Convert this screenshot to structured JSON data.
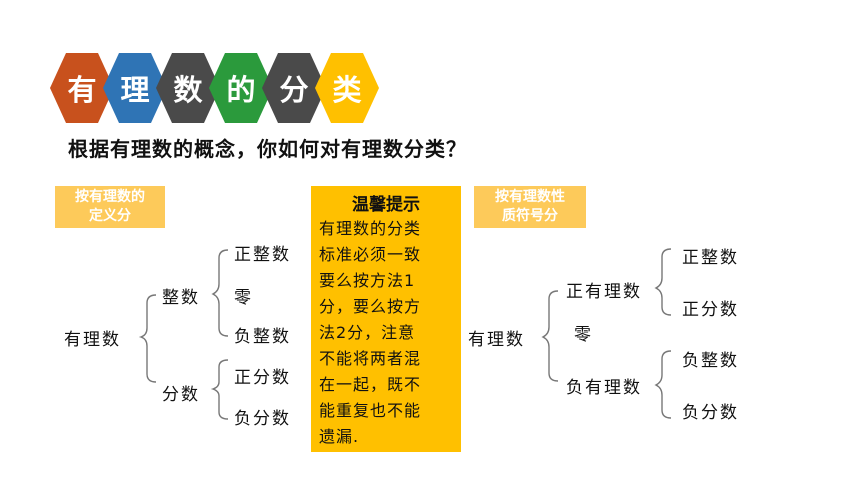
{
  "title": {
    "chars": [
      "有",
      "理",
      "数",
      "的",
      "分",
      "类"
    ],
    "colors": [
      "#c8511d",
      "#2f74b5",
      "#4a4a4a",
      "#2b9a3c",
      "#4a4a4a",
      "#ffc000"
    ]
  },
  "question": "根据有理数的概念，你如何对有理数分类？",
  "left_tree": {
    "tag": [
      "按有理数的",
      "定义分"
    ],
    "root": "有理数",
    "integer": "整数",
    "pos_int": "正整数",
    "zero": "零",
    "neg_int": "负整数",
    "fraction": "分数",
    "pos_frac": "正分数",
    "neg_frac": "负分数"
  },
  "tip": {
    "title": "温馨提示",
    "lines": [
      "有理数的分类",
      "标准必须一致",
      "要么按方法1",
      "分，要么按方",
      "法2分，注意",
      "不能将两者混",
      "在一起，既不",
      "能重复也不能",
      "遗漏."
    ]
  },
  "right_tree": {
    "tag": [
      "按有理数性",
      "质符号分"
    ],
    "root": "有理数",
    "pos_rational": "正有理数",
    "pos_int": "正整数",
    "pos_frac": "正分数",
    "zero": "零",
    "neg_rational": "负有理数",
    "neg_int": "负整数",
    "neg_frac": "负分数"
  }
}
